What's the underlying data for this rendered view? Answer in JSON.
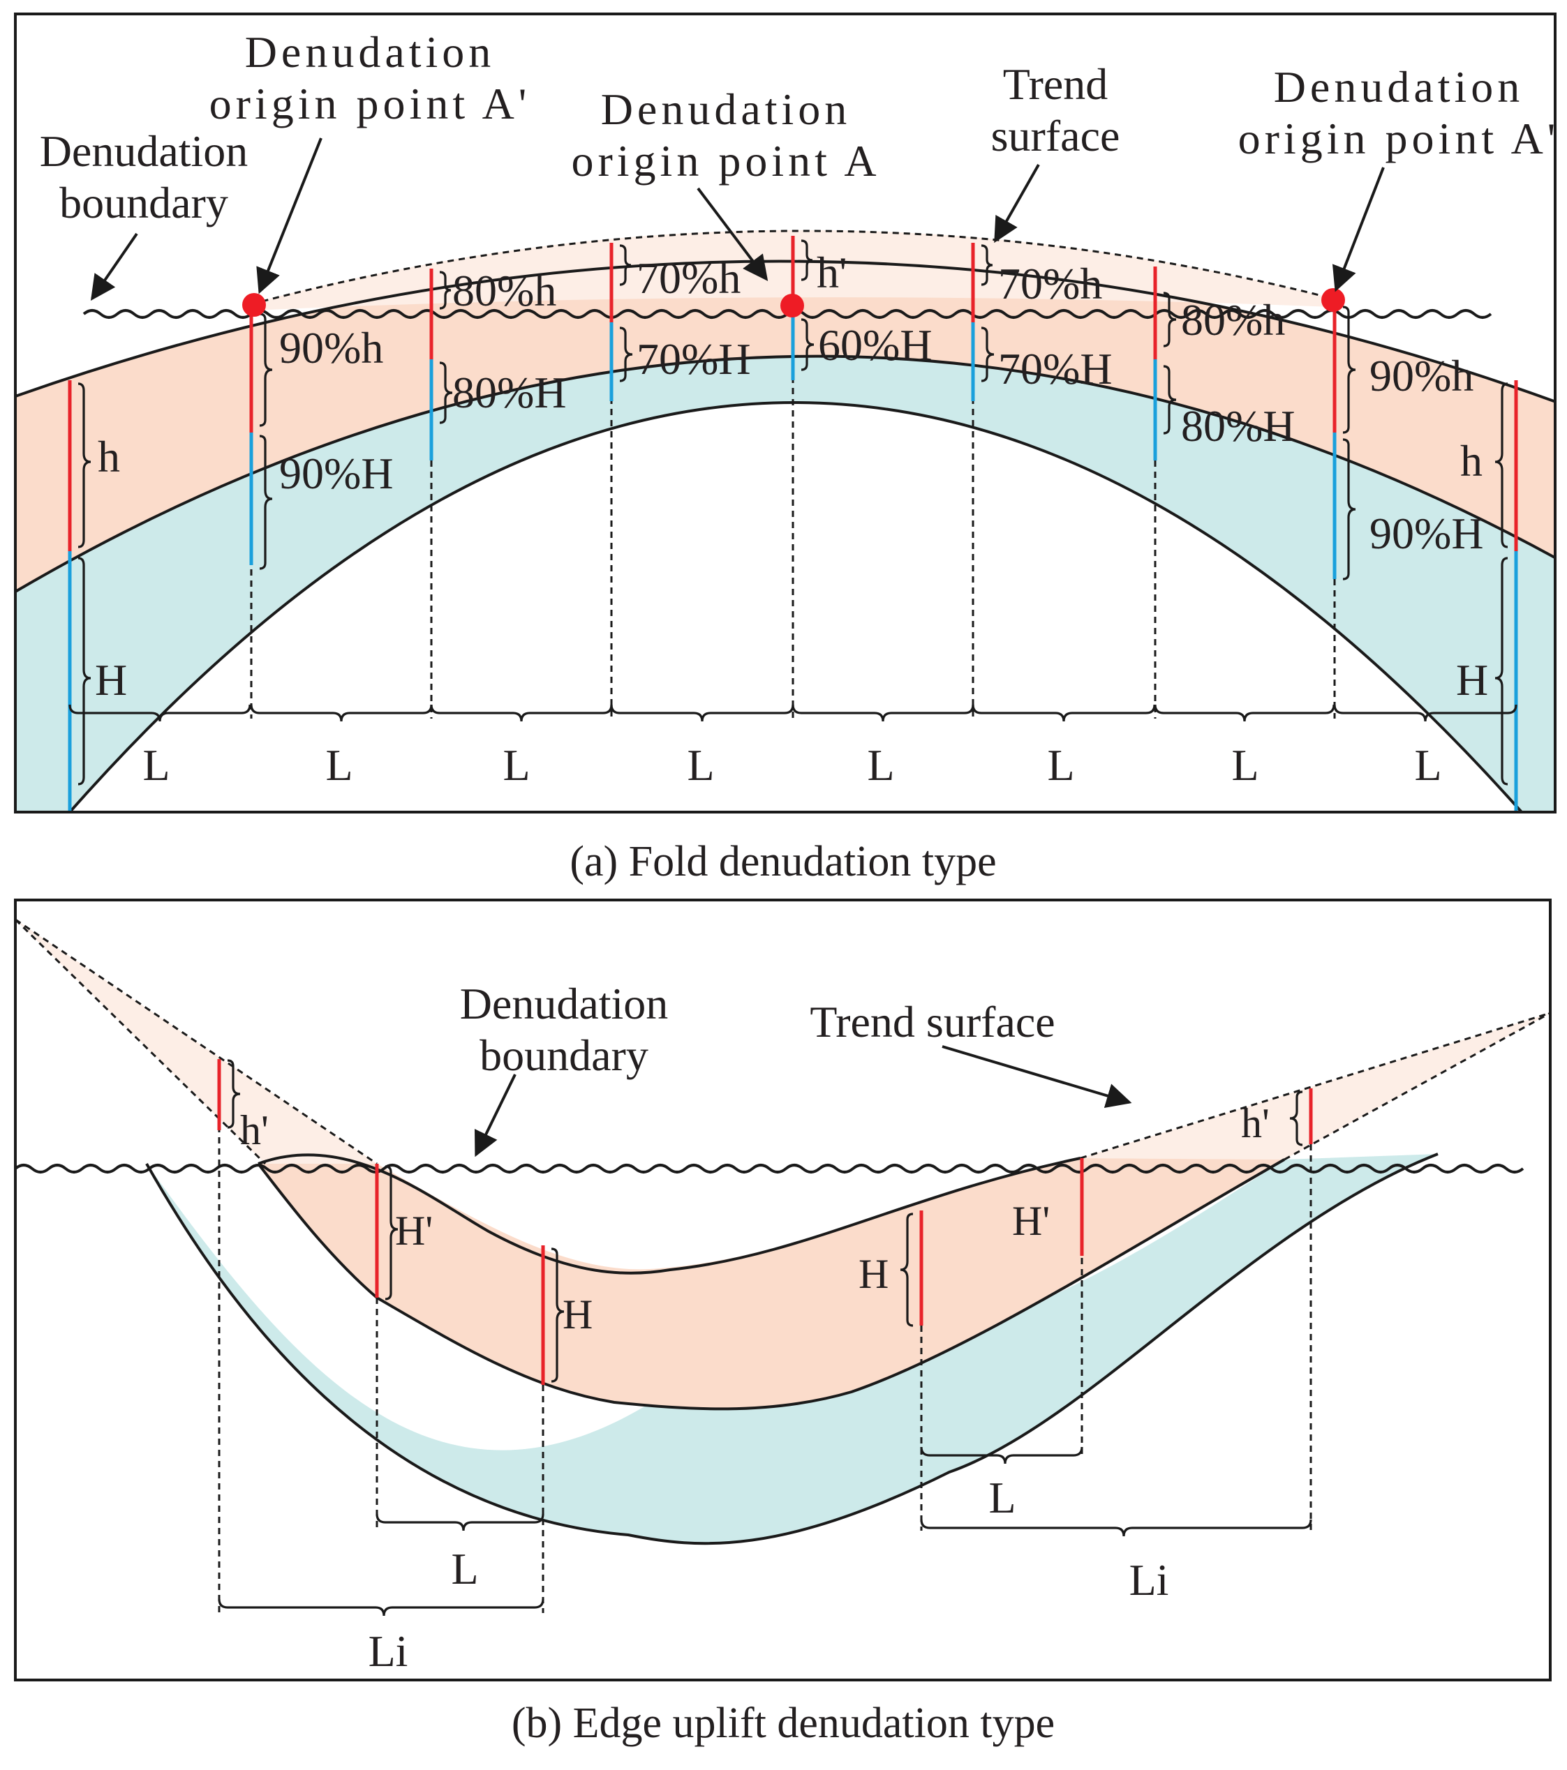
{
  "colors": {
    "upper_layer": "#fbdccb",
    "upper_layer_eroded": "#fdeee6",
    "lower_layer": "#cdeaea",
    "thickness_marker_upper": "#e8232a",
    "thickness_marker_lower": "#1aa0dc",
    "origin_point": "#ee1c25"
  },
  "panel_a": {
    "caption": "(a) Fold denudation type",
    "origin_left": [
      "Denudation",
      "origin point A'"
    ],
    "origin_center": [
      "Denudation",
      "origin point A"
    ],
    "origin_right": [
      "Denudation",
      "origin point A'"
    ],
    "denudation_boundary": [
      "Denudation",
      "boundary"
    ],
    "trend_surface": [
      "Trend",
      "surface"
    ],
    "upper_labels": [
      "h",
      "90%h",
      "80%h",
      "70%h",
      "h'",
      "70%h",
      "80%h",
      "90%h",
      "h"
    ],
    "lower_labels": [
      "H",
      "90%H",
      "80%H",
      "70%H",
      "60%H",
      "70%H",
      "80%H",
      "90%H",
      "H"
    ],
    "spacing_labels": [
      "L",
      "L",
      "L",
      "L",
      "L",
      "L",
      "L",
      "L"
    ]
  },
  "panel_b": {
    "caption": "(b) Edge uplift denudation type",
    "denudation_boundary": [
      "Denudation",
      "boundary"
    ],
    "trend_surface": "Trend surface",
    "left_eroded": "h'",
    "left_outer": "H'",
    "left_inner": "H",
    "right_inner": "H",
    "right_outer": "H'",
    "right_eroded": "h'",
    "left_L": "L",
    "left_Li": "Li",
    "right_L": "L",
    "right_Li": "Li"
  }
}
